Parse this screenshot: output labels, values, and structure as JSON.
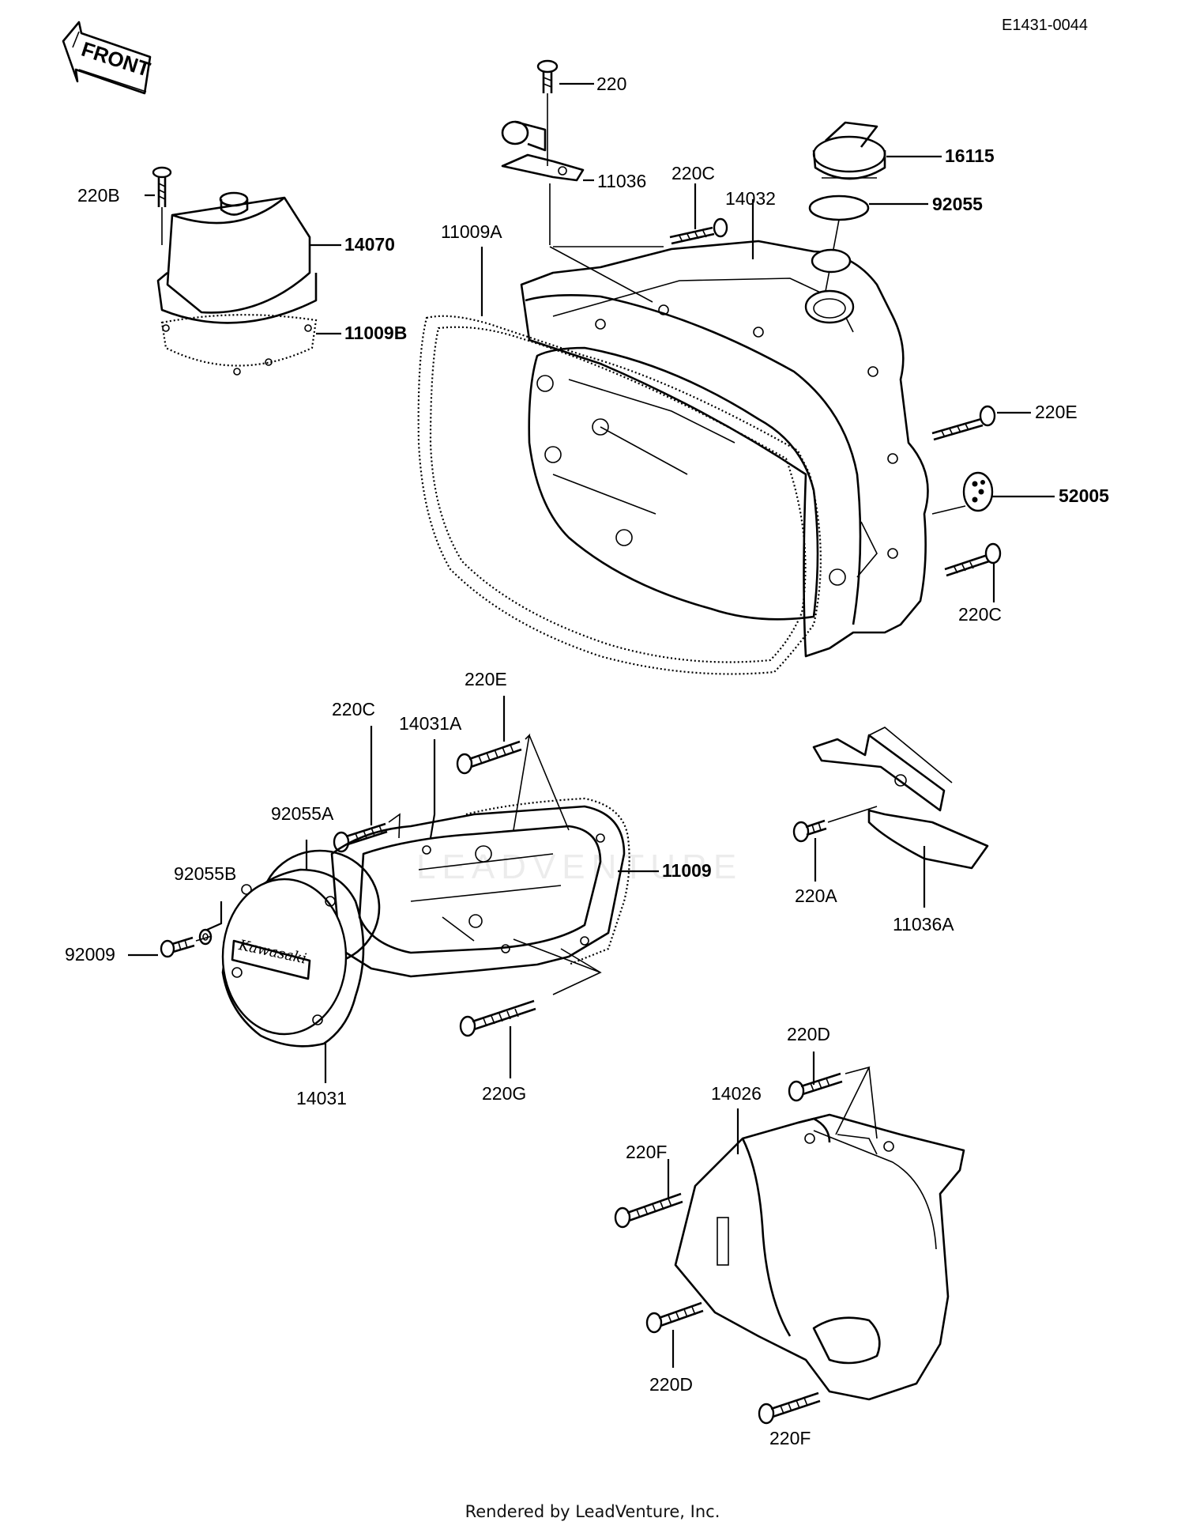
{
  "diagram_code": "E1431-0044",
  "front_arrow_label": "FRONT",
  "watermark": "LEADVENTURE",
  "footer": "Rendered by LeadVenture, Inc.",
  "badge_text": "Kawasaki",
  "labels": {
    "p220": "220",
    "p11036": "11036",
    "p16115": "16115",
    "p92055": "92055",
    "p220C_top": "220C",
    "p14032": "14032",
    "p220B": "220B",
    "p14070": "14070",
    "p11009A": "11009A",
    "p11009B": "11009B",
    "p220E_right": "220E",
    "p52005": "52005",
    "p220C_right": "220C",
    "p220E_mid": "220E",
    "p220C_mid": "220C",
    "p14031A": "14031A",
    "p92055A": "92055A",
    "p92055B": "92055B",
    "p92009": "92009",
    "p11009": "11009",
    "p14031": "14031",
    "p220G": "220G",
    "p220A": "220A",
    "p11036A": "11036A",
    "p220D_top": "220D",
    "p14026": "14026",
    "p220F_left": "220F",
    "p220D_bottom": "220D",
    "p220F_bottom": "220F"
  }
}
